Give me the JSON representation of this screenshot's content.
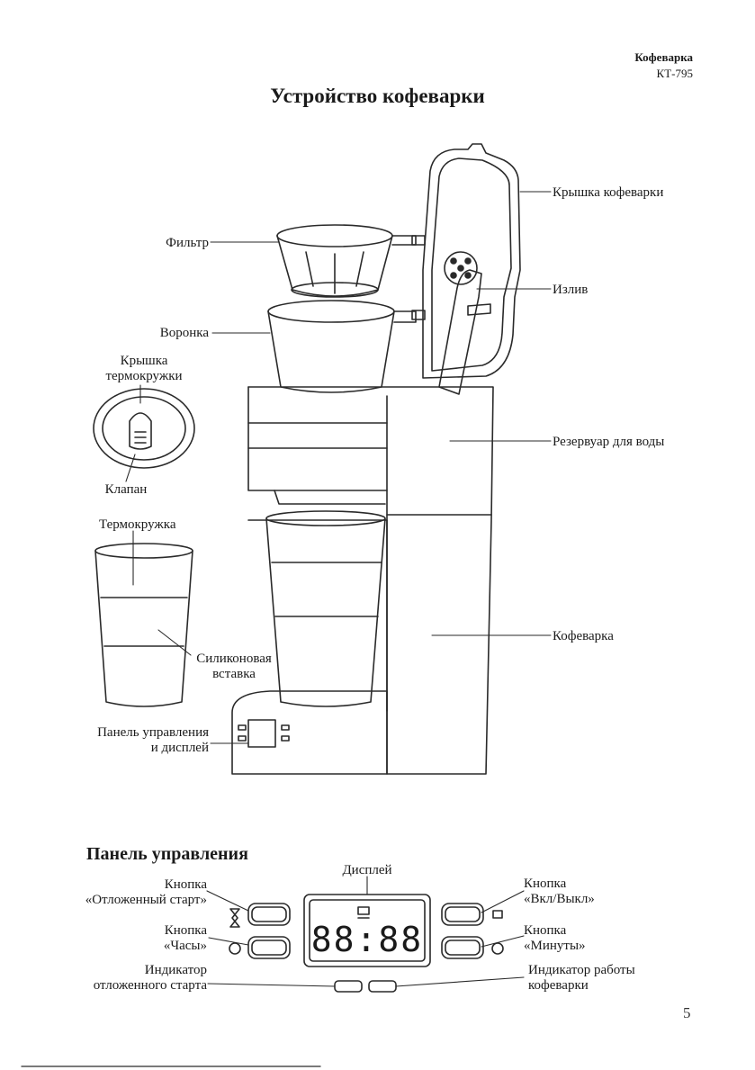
{
  "header": {
    "brand": "Кофеварка",
    "model": "КТ-795"
  },
  "title": "Устройство кофеварки",
  "diagram": {
    "labels": {
      "filter": "Фильтр",
      "lid": "Крышка кофеварки",
      "spout": "Излив",
      "funnel": "Воронка",
      "mug_lid_1": "Крышка",
      "mug_lid_2": "термокружки",
      "valve": "Клапан",
      "reservoir": "Резервуар для воды",
      "mug": "Термокружка",
      "insert_1": "Силиконовая",
      "insert_2": "вставка",
      "coffee_maker": "Кофеварка",
      "panel_1": "Панель управления",
      "panel_2": "и дисплей"
    }
  },
  "control_panel": {
    "heading": "Панель управления",
    "labels": {
      "display": "Дисплей",
      "delay_btn_1": "Кнопка",
      "delay_btn_2": "«Отложенный старт»",
      "power_btn_1": "Кнопка",
      "power_btn_2": "«Вкл/Выкл»",
      "clock_btn_1": "Кнопка",
      "clock_btn_2": "«Часы»",
      "minutes_btn_1": "Кнопка",
      "minutes_btn_2": "«Минуты»",
      "delay_ind_1": "Индикатор",
      "delay_ind_2": "отложенного старта",
      "work_ind_1": "Индикатор работы",
      "work_ind_2": "кофеварки"
    },
    "display_digits": "88:88"
  },
  "page_number": "5"
}
